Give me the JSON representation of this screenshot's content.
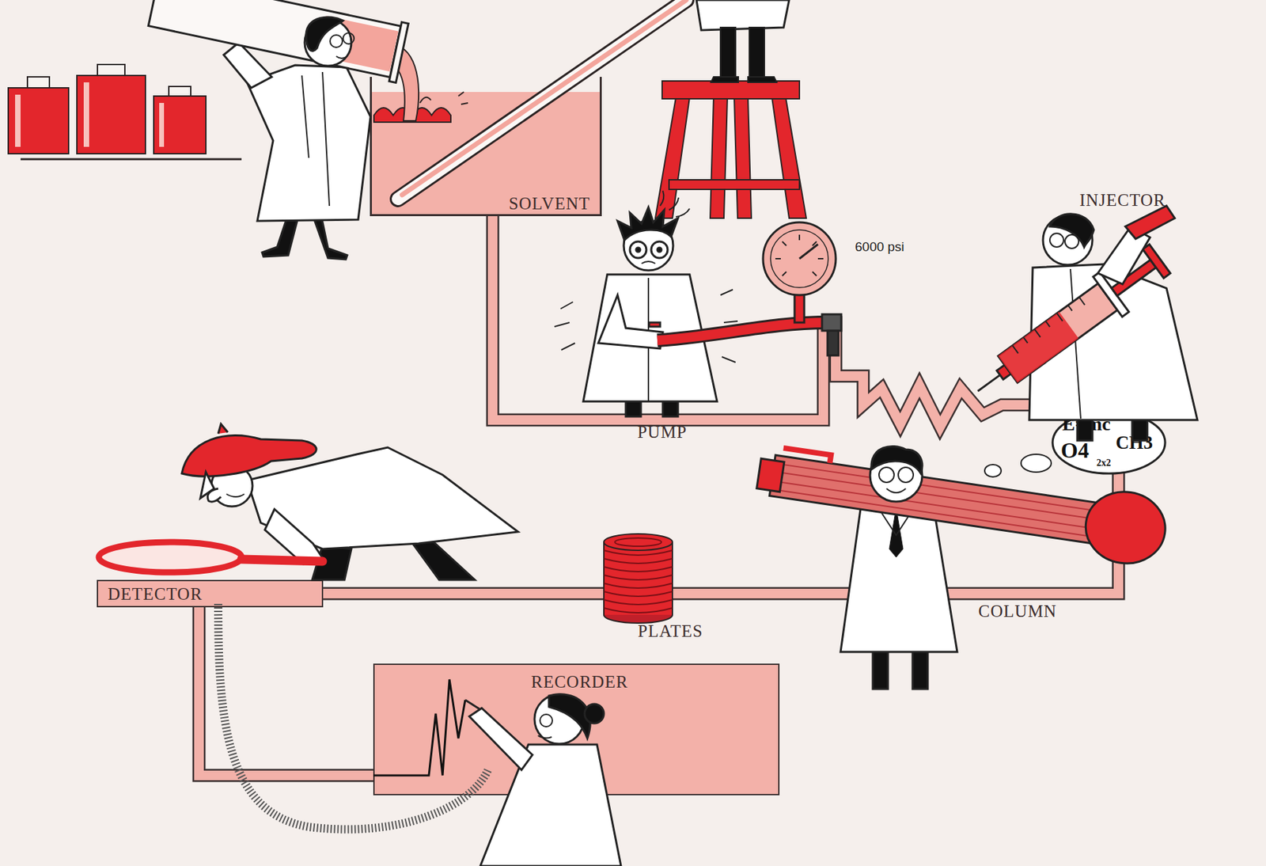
{
  "diagram": {
    "nodes": [
      {
        "text": [
          "SOLVENT"
        ]
      },
      {
        "text": [
          "E=mc",
          "CH3",
          "O4",
          "2x2"
        ]
      },
      {
        "text": [
          "DETECTOR"
        ]
      },
      {
        "text": [
          "RECORDER"
        ]
      }
    ],
    "edges": [
      {
        "from": 0,
        "to": 2,
        "arrow": "none"
      },
      {
        "from": 2,
        "to": 3,
        "arrow": "none"
      }
    ],
    "labels": [
      "INJECTOR",
      "6000 psi",
      "PUMP",
      "COLUMN",
      "PLATES"
    ]
  }
}
